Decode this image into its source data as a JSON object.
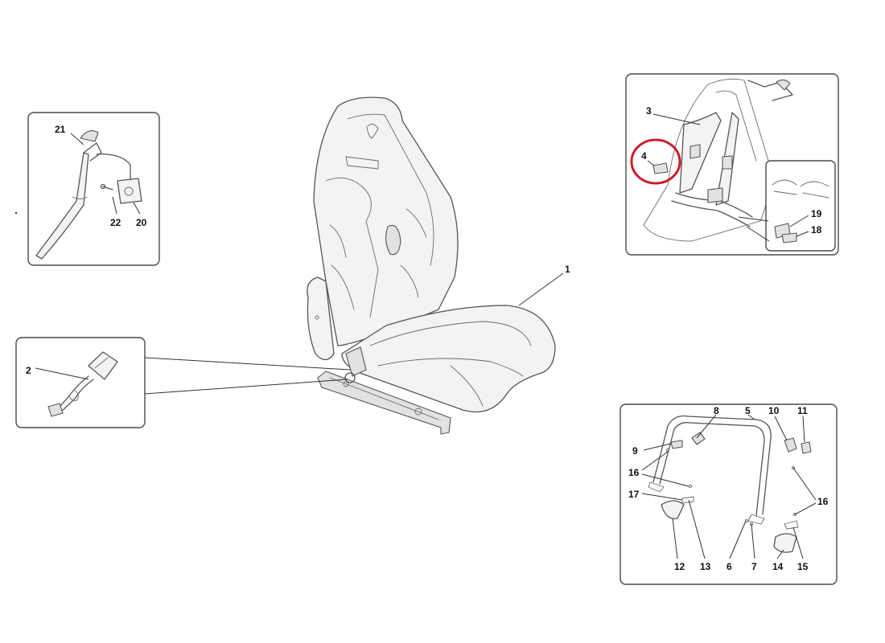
{
  "callouts": {
    "seat": "1",
    "buckle": "2",
    "harness": "3",
    "harness_clip": "4",
    "rollbar": "5",
    "part6": "6",
    "part7": "7",
    "part8": "8",
    "part9": "9",
    "part10": "10",
    "part11": "11",
    "part12": "12",
    "part13": "13",
    "part14": "14",
    "part15": "15",
    "part16": "16",
    "part17": "17",
    "part18": "18",
    "part19": "19",
    "part20": "20",
    "part21": "21",
    "part22": "22"
  },
  "colors": {
    "highlight": "#c8202a",
    "line": "#555555",
    "panel_border": "#4a4a4a"
  }
}
